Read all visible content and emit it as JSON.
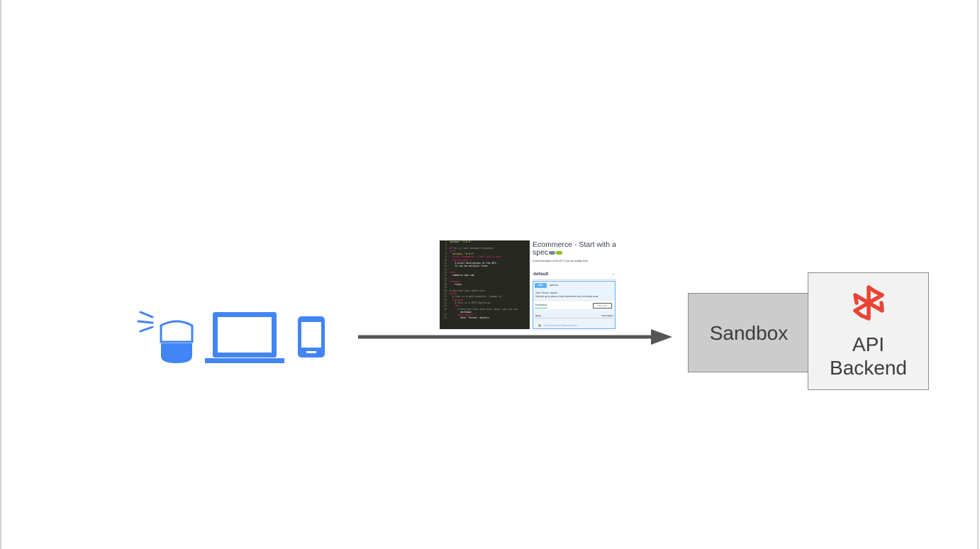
{
  "icons": {
    "devices": [
      "smart-speaker-icon",
      "laptop-icon",
      "phone-icon"
    ],
    "backend": "apigee-logo-icon"
  },
  "colors": {
    "device_blue": "#4285f4",
    "arrow": "#555555",
    "sandbox_fill": "#cccccc",
    "backend_fill": "#f2f2f2",
    "apigee_red": "#ea4335"
  },
  "spec_editor": {
    "code_lines": [
      {
        "n": "4",
        "t": "openapi: \"3.0.0\""
      },
      {
        "n": "5",
        "t": ""
      },
      {
        "n": "6",
        "t": "# This is your document metadata"
      },
      {
        "n": "7",
        "t": "info:"
      },
      {
        "n": "8",
        "t": "  version: \"0.0.1\""
      },
      {
        "n": "9",
        "t": "  title: Ecommerce - Start with a spec"
      },
      {
        "n": "10",
        "t": "  description: |"
      },
      {
        "n": "11",
        "t": "    A brief description of the API."
      },
      {
        "n": "12",
        "t": "    It can be multiple lines."
      },
      {
        "n": "13",
        "t": ""
      },
      {
        "n": "14",
        "t": "host:"
      },
      {
        "n": "15",
        "t": "  commerce.api.com"
      },
      {
        "n": "16",
        "t": ""
      },
      {
        "n": "17",
        "t": "schemes:"
      },
      {
        "n": "18",
        "t": "  - https"
      },
      {
        "n": "19",
        "t": ""
      },
      {
        "n": "20",
        "t": "# Describe your paths here"
      },
      {
        "n": "21",
        "t": "paths:"
      },
      {
        "n": "22",
        "t": "  # This is a path endpoint. Change it."
      },
      {
        "n": "23",
        "t": "  /persons:"
      },
      {
        "n": "24",
        "t": "    # This is a HTTP operation"
      },
      {
        "n": "25",
        "t": "    get:"
      },
      {
        "n": "26",
        "t": "      # Describe this verb here. Note: you can use"
      },
      {
        "n": "",
        "t": "        markdown"
      },
      {
        "n": "27",
        "t": "      description: |"
      },
      {
        "n": "28",
        "t": "        Gets `Person` objects."
      }
    ],
    "preview": {
      "title": "Ecommerce - Start with a spec",
      "description": "A brief description of the API. It can be multiple lines.",
      "section": "default",
      "method": "GET",
      "path": "/persons",
      "op_desc_1": "Gets `Person` objects.",
      "op_desc_2": "Optional query param of size determines size of returned array",
      "params_label": "Parameters",
      "try_label": "Try it out",
      "col_name": "Name",
      "col_desc": "Description",
      "example_row": "Could not render ParametersRow."
    }
  },
  "nodes": {
    "sandbox": "Sandbox",
    "backend": "API\nBackend"
  }
}
